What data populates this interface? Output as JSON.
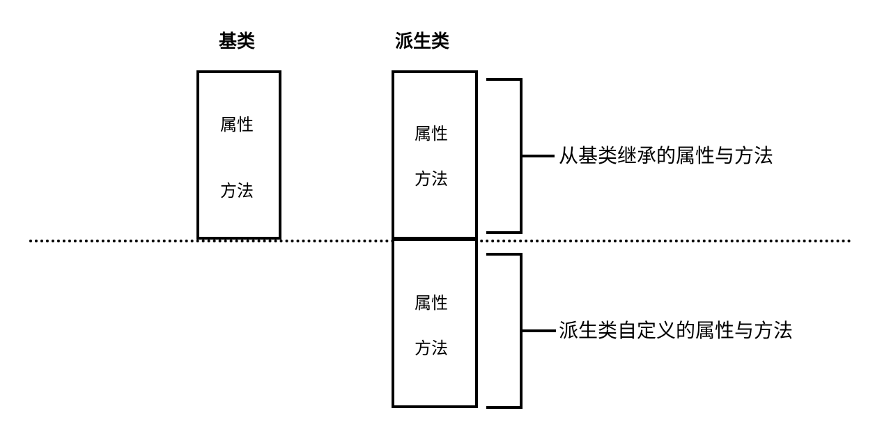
{
  "base_class": {
    "title": "基类",
    "attributes_label": "属性",
    "methods_label": "方法"
  },
  "derived_class": {
    "title": "派生类",
    "inherited": {
      "attributes_label": "属性",
      "methods_label": "方法",
      "annotation": "从基类继承的属性与方法"
    },
    "custom": {
      "attributes_label": "属性",
      "methods_label": "方法",
      "annotation": "派生类自定义的属性与方法"
    }
  }
}
